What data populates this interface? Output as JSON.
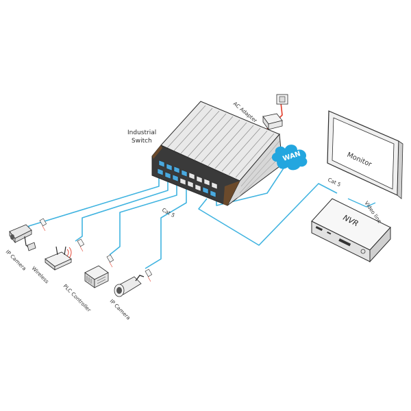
{
  "labels": {
    "industrial_switch_line1": "Industrial",
    "industrial_switch_line2": "Switch",
    "ac_adapter": "AC Adapter",
    "wan": "WAN",
    "monitor": "Monitor",
    "nvr": "NVR",
    "video_line": "Video line",
    "cat5_nvr": "Cat 5",
    "cat5_switch": "Cat 5",
    "ip_camera_left": "IP Camera",
    "wireless": "Wireless",
    "plc_controller": "PLC Controller",
    "ip_camera_bullet": "IP Camera"
  },
  "colors": {
    "cable": "#3fb3e0",
    "cloud": "#23a6df",
    "power_cable": "#e23a28",
    "port_active": "#4aa9df",
    "heatsink_edge": "#6b4a2b",
    "outline": "#2b2b2b"
  }
}
